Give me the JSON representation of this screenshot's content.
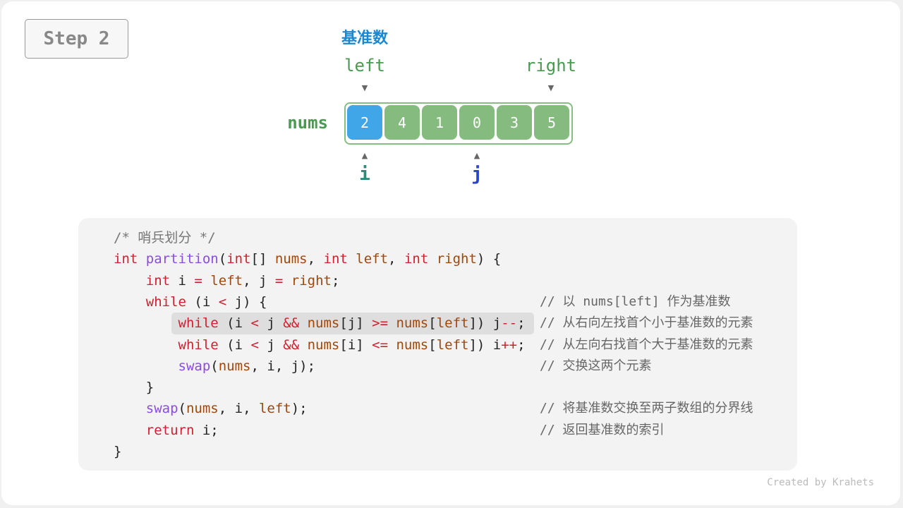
{
  "step_label": "Step 2",
  "pivot_label": "基准数",
  "pointers": {
    "left": "left",
    "right": "right",
    "i": "i",
    "j": "j"
  },
  "array": {
    "name": "nums",
    "values": [
      "2",
      "4",
      "1",
      "0",
      "3",
      "5"
    ],
    "pivot_index": 0,
    "left_index": 0,
    "right_index": 5,
    "i_index": 0,
    "j_index": 3
  },
  "colors": {
    "pivot": "#40a6e8",
    "cell": "#86bb80",
    "i": "#2e8b7a",
    "j": "#2a45c8",
    "pivot_label": "#1a88d0"
  },
  "highlighted_line": 4,
  "code": [
    [
      [
        "/* 哨兵划分 */",
        "cm"
      ]
    ],
    [
      [
        "int",
        "kw"
      ],
      [
        " ",
        "p"
      ],
      [
        "partition",
        "fn"
      ],
      [
        "(",
        "p"
      ],
      [
        "int",
        "kw"
      ],
      [
        "[] ",
        "p"
      ],
      [
        "nums",
        "var"
      ],
      [
        ", ",
        "p"
      ],
      [
        "int",
        "kw"
      ],
      [
        " ",
        "p"
      ],
      [
        "left",
        "var"
      ],
      [
        ", ",
        "p"
      ],
      [
        "int",
        "kw"
      ],
      [
        " ",
        "p"
      ],
      [
        "right",
        "var"
      ],
      [
        ") {",
        "p"
      ]
    ],
    [
      [
        "    ",
        "p"
      ],
      [
        "int",
        "kw"
      ],
      [
        " i ",
        "p"
      ],
      [
        "=",
        "op"
      ],
      [
        " ",
        "p"
      ],
      [
        "left",
        "var"
      ],
      [
        ", j ",
        "p"
      ],
      [
        "=",
        "op"
      ],
      [
        " ",
        "p"
      ],
      [
        "right",
        "var"
      ],
      [
        ";",
        "p"
      ]
    ],
    [
      [
        "    ",
        "p"
      ],
      [
        "while",
        "kw"
      ],
      [
        " (i ",
        "p"
      ],
      [
        "<",
        "op"
      ],
      [
        " j) {",
        "p"
      ]
    ],
    [
      [
        "        ",
        "p"
      ],
      [
        "while",
        "kw"
      ],
      [
        " (i ",
        "p"
      ],
      [
        "<",
        "op"
      ],
      [
        " j ",
        "p"
      ],
      [
        "&&",
        "op"
      ],
      [
        " ",
        "p"
      ],
      [
        "nums",
        "var"
      ],
      [
        "[j] ",
        "p"
      ],
      [
        ">=",
        "op"
      ],
      [
        " ",
        "p"
      ],
      [
        "nums",
        "var"
      ],
      [
        "[",
        "p"
      ],
      [
        "left",
        "var"
      ],
      [
        "]) j",
        "p"
      ],
      [
        "--",
        "op"
      ],
      [
        ";",
        "p"
      ]
    ],
    [
      [
        "        ",
        "p"
      ],
      [
        "while",
        "kw"
      ],
      [
        " (i ",
        "p"
      ],
      [
        "<",
        "op"
      ],
      [
        " j ",
        "p"
      ],
      [
        "&&",
        "op"
      ],
      [
        " ",
        "p"
      ],
      [
        "nums",
        "var"
      ],
      [
        "[i] ",
        "p"
      ],
      [
        "<=",
        "op"
      ],
      [
        " ",
        "p"
      ],
      [
        "nums",
        "var"
      ],
      [
        "[",
        "p"
      ],
      [
        "left",
        "var"
      ],
      [
        "]) i",
        "p"
      ],
      [
        "++",
        "op"
      ],
      [
        ";",
        "p"
      ]
    ],
    [
      [
        "        ",
        "p"
      ],
      [
        "swap",
        "fn"
      ],
      [
        "(",
        "p"
      ],
      [
        "nums",
        "var"
      ],
      [
        ", i, j);",
        "p"
      ]
    ],
    [
      [
        "    }",
        "p"
      ]
    ],
    [
      [
        "    ",
        "p"
      ],
      [
        "swap",
        "fn"
      ],
      [
        "(",
        "p"
      ],
      [
        "nums",
        "var"
      ],
      [
        ", i, ",
        "p"
      ],
      [
        "left",
        "var"
      ],
      [
        ");",
        "p"
      ]
    ],
    [
      [
        "    ",
        "p"
      ],
      [
        "return",
        "kw"
      ],
      [
        " i;",
        "p"
      ]
    ],
    [
      [
        "}",
        "p"
      ]
    ]
  ],
  "comments": [
    "",
    "",
    "",
    "// 以 nums[left] 作为基准数",
    "// 从右向左找首个小于基准数的元素",
    "// 从左向右找首个大于基准数的元素",
    "// 交换这两个元素",
    "",
    "// 将基准数交换至两子数组的分界线",
    "// 返回基准数的索引",
    ""
  ],
  "credit": "Created by Krahets"
}
